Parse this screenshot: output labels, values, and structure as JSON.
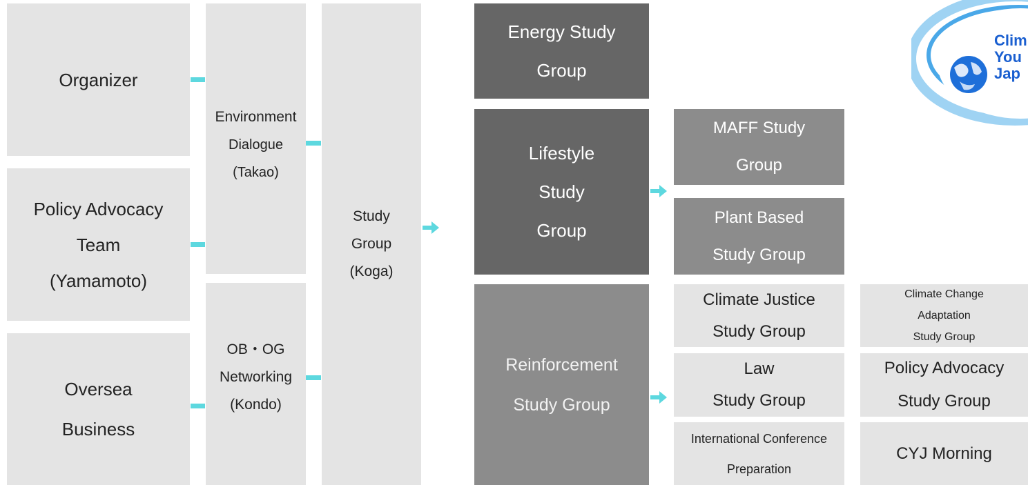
{
  "left_column": [
    {
      "lines": [
        "Organizer"
      ]
    },
    {
      "lines": [
        "Policy Advocacy",
        "Team",
        "(Yamamoto)"
      ]
    },
    {
      "lines": [
        "Oversea",
        "Business"
      ]
    }
  ],
  "second_column": [
    {
      "lines": [
        "Environment",
        "Dialogue",
        "(Takao)"
      ]
    },
    {
      "lines": [
        "OB・OG",
        "Networking",
        "(Kondo)"
      ]
    }
  ],
  "study_group": {
    "lines": [
      "Study",
      "Group",
      "(Koga)"
    ]
  },
  "main_groups": [
    {
      "lines": [
        "Energy Study",
        "Group"
      ]
    },
    {
      "lines": [
        "Lifestyle",
        "Study",
        "Group"
      ]
    },
    {
      "lines": [
        "Reinforcement",
        "Study Group"
      ]
    }
  ],
  "lifestyle_subgroups": [
    {
      "lines": [
        "MAFF Study",
        "Group"
      ]
    },
    {
      "lines": [
        "Plant Based",
        "Study Group"
      ]
    }
  ],
  "reinforcement_subgroups": [
    {
      "lines": [
        "Climate Justice",
        "Study Group"
      ]
    },
    {
      "lines": [
        "Climate Change",
        "Adaptation",
        "Study Group"
      ]
    },
    {
      "lines": [
        "Law",
        "Study Group"
      ]
    },
    {
      "lines": [
        "Policy Advocacy",
        "Study Group"
      ]
    },
    {
      "lines": [
        "International Conference",
        "Preparation"
      ]
    },
    {
      "lines": [
        "CYJ Morning"
      ]
    }
  ],
  "logo": {
    "lines": [
      "Clim",
      "You",
      "Jap"
    ]
  },
  "colors": {
    "connector": "#5dd8df",
    "light_box": "#e4e4e4",
    "dark_box": "#666666",
    "mid_box": "#8c8c8c",
    "logo_blue": "#1a5fd0"
  }
}
